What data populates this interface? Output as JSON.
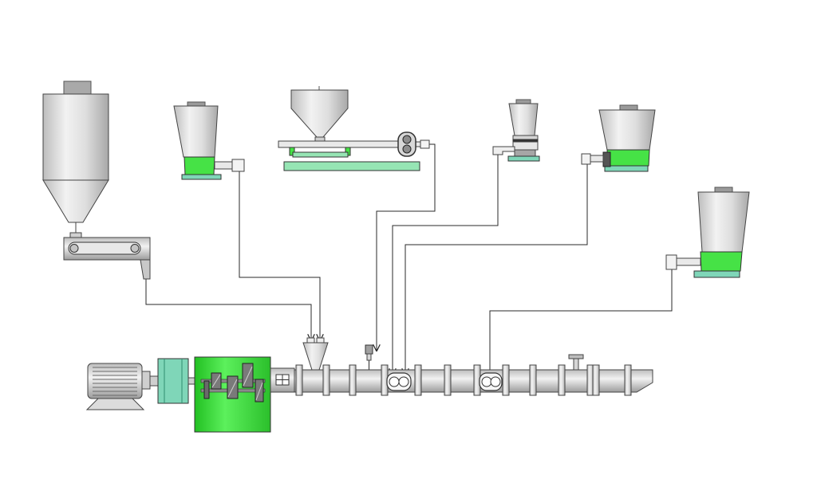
{
  "diagram": {
    "title": "",
    "colors": {
      "background": "#ffffff",
      "metal_light": "#eeeeee",
      "metal": "#cfcfcf",
      "metal_dark": "#9a9a9a",
      "green": "#46e246",
      "green_pale": "#96e5b4",
      "teal": "#7fd6b8",
      "outline": "#2a2a2a",
      "line": "#2a2a2a"
    },
    "components": [
      {
        "id": "silo",
        "kind": "storage-silo-icon"
      },
      {
        "id": "belt-conveyor",
        "kind": "belt-conveyor-icon"
      },
      {
        "id": "feeder-1",
        "kind": "gravimetric-feeder-icon"
      },
      {
        "id": "feeder-2",
        "kind": "hopper-screw-feeder-on-scale-icon"
      },
      {
        "id": "feeder-3",
        "kind": "small-gravimetric-feeder-icon"
      },
      {
        "id": "feeder-4",
        "kind": "gravimetric-feeder-icon"
      },
      {
        "id": "feeder-5",
        "kind": "gravimetric-feeder-icon"
      },
      {
        "id": "motor",
        "kind": "electric-motor-icon"
      },
      {
        "id": "coupling",
        "kind": "coupling-icon"
      },
      {
        "id": "gearbox",
        "kind": "gearbox-icon"
      },
      {
        "id": "main-hopper",
        "kind": "feed-hopper-icon"
      },
      {
        "id": "liquid-injector",
        "kind": "injection-nozzle-icon"
      },
      {
        "id": "side-feeder-1",
        "kind": "twin-screw-side-feeder-icon"
      },
      {
        "id": "side-feeder-2",
        "kind": "twin-screw-side-feeder-icon"
      },
      {
        "id": "vent",
        "kind": "vent-port-icon"
      },
      {
        "id": "barrel",
        "kind": "extruder-barrel-icon"
      }
    ],
    "connections": [
      {
        "from": "belt-conveyor",
        "to": "main-hopper"
      },
      {
        "from": "feeder-1",
        "to": "main-hopper"
      },
      {
        "from": "feeder-2",
        "to": "liquid-injector"
      },
      {
        "from": "feeder-3",
        "to": "side-feeder-1"
      },
      {
        "from": "feeder-4",
        "to": "side-feeder-1"
      },
      {
        "from": "feeder-5",
        "to": "side-feeder-2"
      }
    ]
  }
}
